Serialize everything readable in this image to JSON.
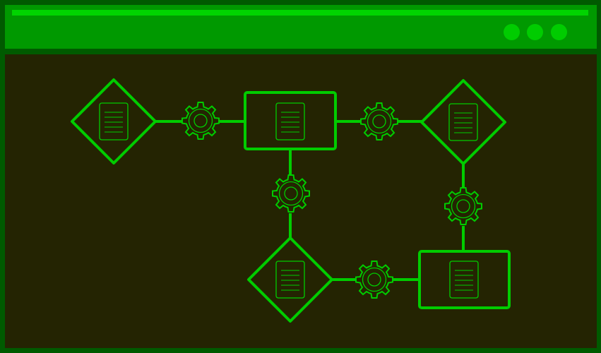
{
  "window": {
    "controls": [
      "control-dot",
      "control-dot",
      "control-dot"
    ]
  },
  "diagram": {
    "nodes": [
      {
        "id": "start-decision",
        "shape": "diamond",
        "icon": "document-icon"
      },
      {
        "id": "process-1",
        "shape": "rectangle",
        "icon": "document-icon"
      },
      {
        "id": "decision-2",
        "shape": "diamond",
        "icon": "document-icon"
      },
      {
        "id": "decision-3",
        "shape": "diamond",
        "icon": "document-icon"
      },
      {
        "id": "process-2",
        "shape": "rectangle",
        "icon": "document-icon"
      }
    ],
    "connectors": [
      {
        "from": "start-decision",
        "to": "process-1",
        "icon": "gear-icon"
      },
      {
        "from": "process-1",
        "to": "decision-2",
        "icon": "gear-icon"
      },
      {
        "from": "process-1",
        "to": "decision-3",
        "icon": "gear-icon"
      },
      {
        "from": "decision-2",
        "to": "process-2",
        "icon": "gear-icon"
      },
      {
        "from": "decision-3",
        "to": "process-2",
        "icon": "gear-icon"
      }
    ]
  },
  "colors": {
    "frame": "#005a00",
    "titlebar": "#009900",
    "titlebar_highlight": "#00d400",
    "canvas": "#242402",
    "stroke": "#00cc00"
  }
}
